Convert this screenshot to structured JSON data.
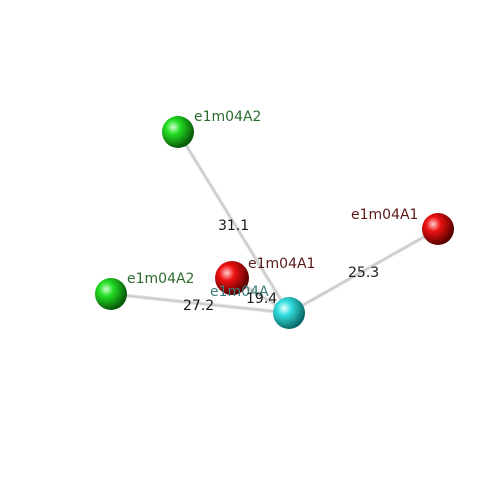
{
  "scene": {
    "atoms": [
      {
        "id": "green-top",
        "label": "e1m04A2",
        "element_color": "green"
      },
      {
        "id": "green-left",
        "label": "e1m04A2",
        "element_color": "green"
      },
      {
        "id": "red-center",
        "label": "e1m04A1",
        "element_color": "red"
      },
      {
        "id": "red-right",
        "label": "e1m04A1",
        "element_color": "red"
      },
      {
        "id": "cyan-center",
        "label": "e1m04A",
        "element_color": "cyan"
      }
    ],
    "distances": [
      {
        "from": "cyan-center",
        "to": "green-top",
        "value": "31.1"
      },
      {
        "from": "cyan-center",
        "to": "red-right",
        "value": "25.3"
      },
      {
        "from": "cyan-center",
        "to": "green-left",
        "value": "27.2"
      },
      {
        "from": "cyan-center",
        "to": "red-center",
        "value": "19.4"
      }
    ]
  },
  "colors": {
    "green": "#22cc22",
    "red": "#ee1111",
    "cyan": "#33dddd",
    "green_label": "#2e6b2e",
    "red_label": "#5a1a1a",
    "cyan_label": "#3b7a7a",
    "bond": "#c8c8c8"
  }
}
